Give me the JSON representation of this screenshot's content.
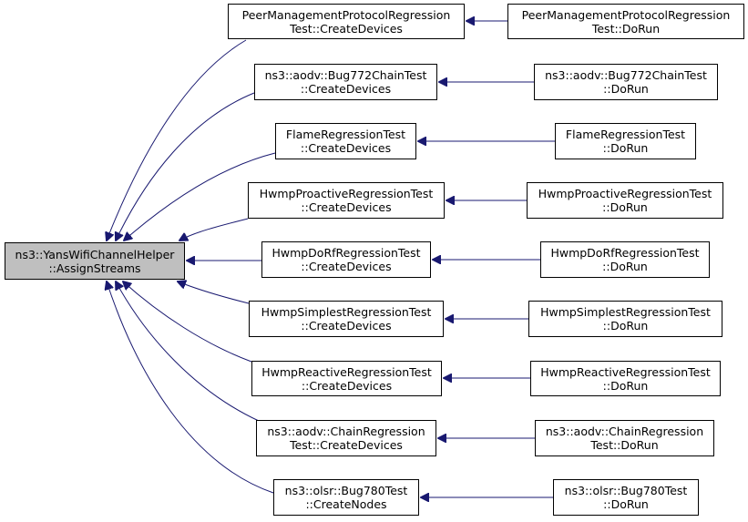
{
  "colors": {
    "edge": "#191970",
    "root_fill": "#bfbfbf",
    "node_fill": "#ffffff",
    "border": "#000000"
  },
  "root": {
    "line1": "ns3::YansWifiChannelHelper",
    "line2": "::AssignStreams"
  },
  "callers": [
    {
      "line1": "PeerManagementProtocolRegression",
      "line2": "Test::CreateDevices"
    },
    {
      "line1": "ns3::aodv::Bug772ChainTest",
      "line2": "::CreateDevices"
    },
    {
      "line1": "FlameRegressionTest",
      "line2": "::CreateDevices"
    },
    {
      "line1": "HwmpProactiveRegressionTest",
      "line2": "::CreateDevices"
    },
    {
      "line1": "HwmpDoRfRegressionTest",
      "line2": "::CreateDevices"
    },
    {
      "line1": "HwmpSimplestRegressionTest",
      "line2": "::CreateDevices"
    },
    {
      "line1": "HwmpReactiveRegressionTest",
      "line2": "::CreateDevices"
    },
    {
      "line1": "ns3::aodv::ChainRegression",
      "line2": "Test::CreateDevices"
    },
    {
      "line1": "ns3::olsr::Bug780Test",
      "line2": "::CreateNodes"
    }
  ],
  "runners": [
    {
      "line1": "PeerManagementProtocolRegression",
      "line2": "Test::DoRun"
    },
    {
      "line1": "ns3::aodv::Bug772ChainTest",
      "line2": "::DoRun"
    },
    {
      "line1": "FlameRegressionTest",
      "line2": "::DoRun"
    },
    {
      "line1": "HwmpProactiveRegressionTest",
      "line2": "::DoRun"
    },
    {
      "line1": "HwmpDoRfRegressionTest",
      "line2": "::DoRun"
    },
    {
      "line1": "HwmpSimplestRegressionTest",
      "line2": "::DoRun"
    },
    {
      "line1": "HwmpReactiveRegressionTest",
      "line2": "::DoRun"
    },
    {
      "line1": "ns3::aodv::ChainRegression",
      "line2": "Test::DoRun"
    },
    {
      "line1": "ns3::olsr::Bug780Test",
      "line2": "::DoRun"
    }
  ]
}
